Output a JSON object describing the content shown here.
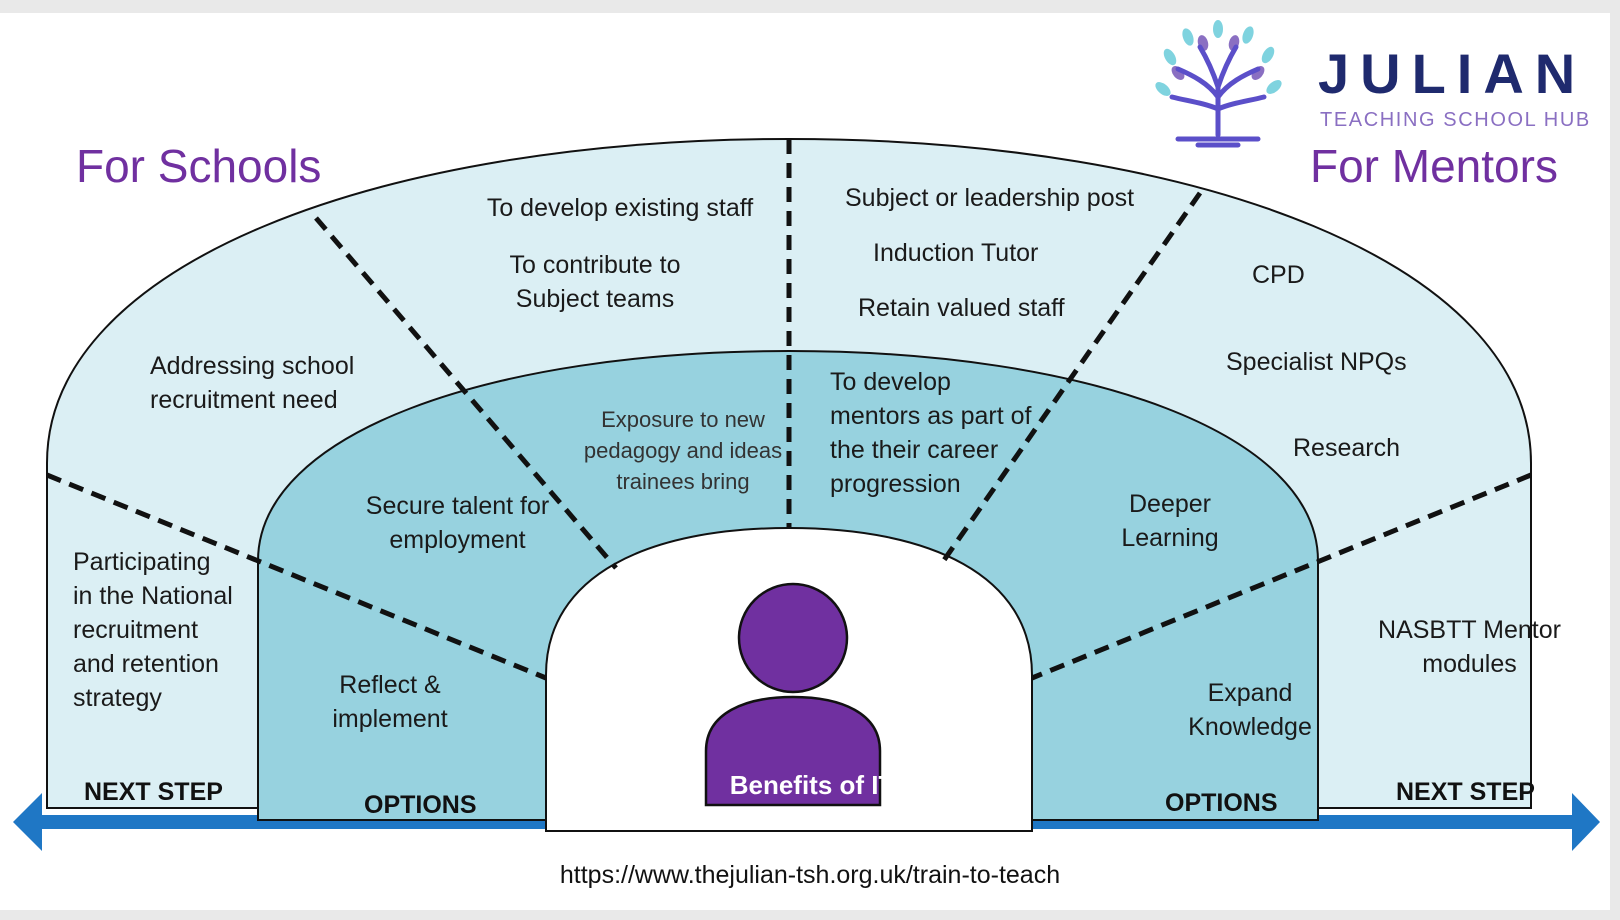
{
  "headings": {
    "for_schools": "For Schools",
    "for_mentors": "For Mentors"
  },
  "logo": {
    "title": "JULIAN",
    "subtitle": "TEACHING SCHOOL HUB",
    "icon": "tree-icon"
  },
  "outer_ring": {
    "addressing": "Addressing school\nrecruitment need",
    "develop_staff": "To develop existing staff",
    "contribute": "To contribute to\nSubject teams",
    "subject_post": "Subject or leadership post",
    "induction": "Induction Tutor",
    "retain": "Retain valued staff",
    "cpd": "CPD",
    "npqs": "Specialist NPQs",
    "research": "Research"
  },
  "side_columns": {
    "left_text": "Participating\nin the National\nrecruitment\nand retention\nstrategy",
    "right_text": "NASBTT Mentor\nmodules",
    "left_label": "NEXT STEP",
    "right_label": "NEXT STEP"
  },
  "inner_ring": {
    "secure_talent": "Secure talent for\nemployment",
    "exposure": "Exposure to new\npedagogy and ideas\ntrainees bring",
    "develop_mentors": "To develop\nmentors as part of\nthe their career\nprogression",
    "deeper": "Deeper\nLearning",
    "reflect": "Reflect &\nimplement",
    "expand": "Expand\nKnowledge",
    "left_label": "OPTIONS",
    "right_label": "OPTIONS"
  },
  "center": {
    "label": "Benefits of ITT",
    "icon": "person-icon"
  },
  "footer": {
    "url": "https://www.thejulian-tsh.org.uk/train-to-teach"
  },
  "colors": {
    "outer_fill": "#dbeff4",
    "inner_fill": "#97d2df",
    "accent_purple": "#7030a0",
    "arrow_blue": "#1f77c5",
    "logo_navy": "#1f2a6e",
    "logo_lilac": "#8a6fc2"
  }
}
